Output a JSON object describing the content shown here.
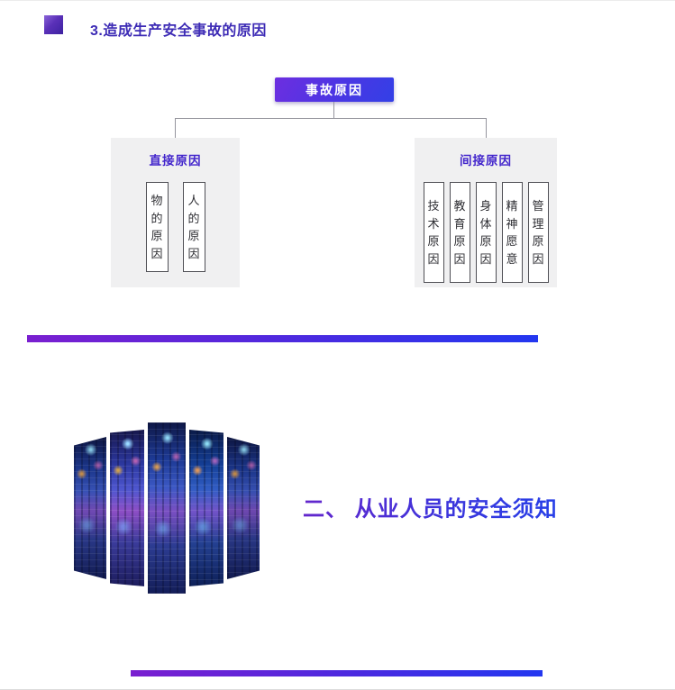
{
  "heading": {
    "text": "3.造成生产安全事故的原因"
  },
  "diagram": {
    "root_label": "事故原因",
    "groups": [
      {
        "title": "直接原因",
        "items": [
          "物的原因",
          "人的原因"
        ]
      },
      {
        "title": "间接原因",
        "items": [
          "技术原因",
          "教育原因",
          "身体原因",
          "精神愿意",
          "管理原因"
        ]
      }
    ]
  },
  "section2": {
    "title": "二、 从业人员的安全须知"
  },
  "colors": {
    "accent_purple": "#7a1fd0",
    "accent_blue": "#2337f0",
    "heading_text": "#3d2bb5",
    "group_title_text": "#4326cc",
    "root_node_fill_start": "#6d2ee0",
    "root_node_fill_end": "#3340e6",
    "group_background": "#f0f0f1",
    "item_border": "#4f4f55"
  }
}
